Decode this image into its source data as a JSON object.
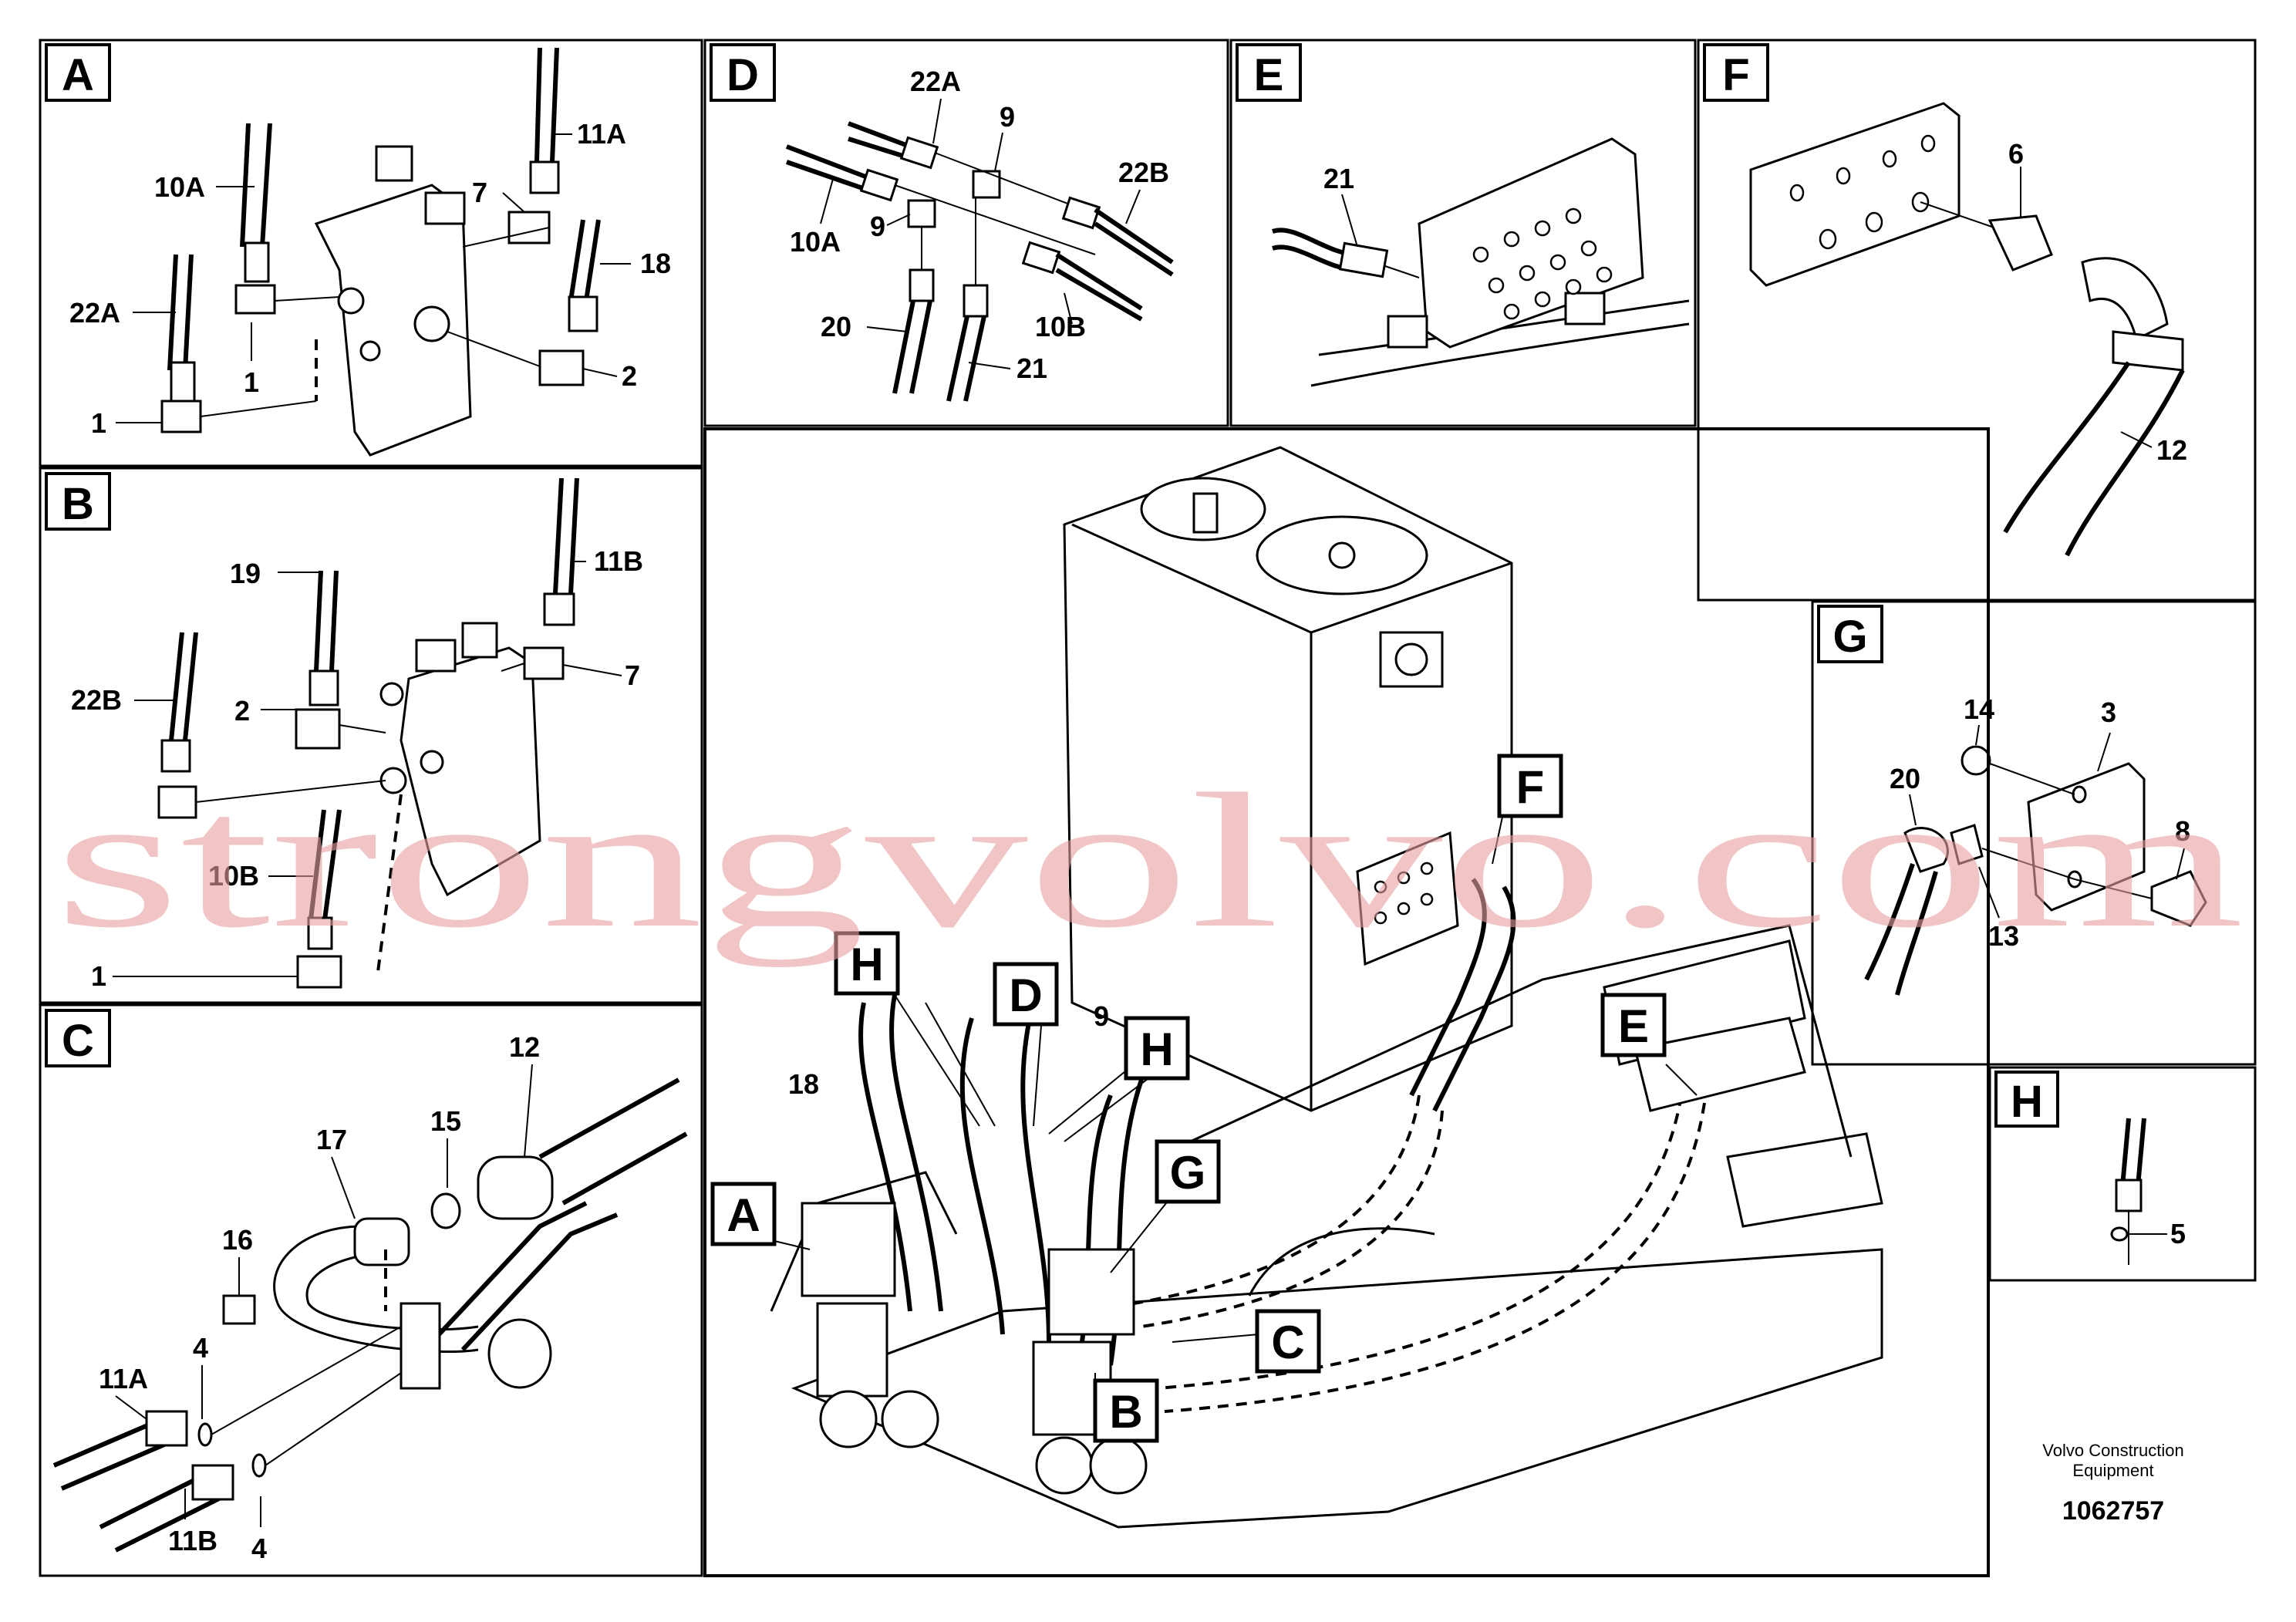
{
  "panels": {
    "A": {
      "letter": "A",
      "labels": [
        "10A",
        "22A",
        "11A",
        "7",
        "18",
        "1",
        "2",
        "1"
      ]
    },
    "B": {
      "letter": "B",
      "labels": [
        "19",
        "22B",
        "11B",
        "7",
        "2",
        "10B",
        "1"
      ]
    },
    "C": {
      "letter": "C",
      "labels": [
        "12",
        "15",
        "17",
        "16",
        "4",
        "11A",
        "4",
        "11B"
      ]
    },
    "D": {
      "letter": "D",
      "labels": [
        "22A",
        "9",
        "22B",
        "10A",
        "9",
        "20",
        "10B",
        "21"
      ]
    },
    "E": {
      "letter": "E",
      "labels": [
        "21"
      ]
    },
    "F": {
      "letter": "F",
      "labels": [
        "6",
        "12"
      ]
    },
    "G": {
      "letter": "G",
      "labels": [
        "14",
        "3",
        "20",
        "8",
        "13"
      ]
    },
    "H": {
      "letter": "H",
      "labels": [
        "5"
      ]
    }
  },
  "main": {
    "callouts": [
      "A",
      "B",
      "C",
      "D",
      "E",
      "F",
      "G",
      "H",
      "H"
    ],
    "labels": [
      "18",
      "9"
    ]
  },
  "watermark": "strongvolvo.com",
  "footer": {
    "line1": "Volvo Construction",
    "line2": "Equipment",
    "doc_number": "1062757"
  }
}
